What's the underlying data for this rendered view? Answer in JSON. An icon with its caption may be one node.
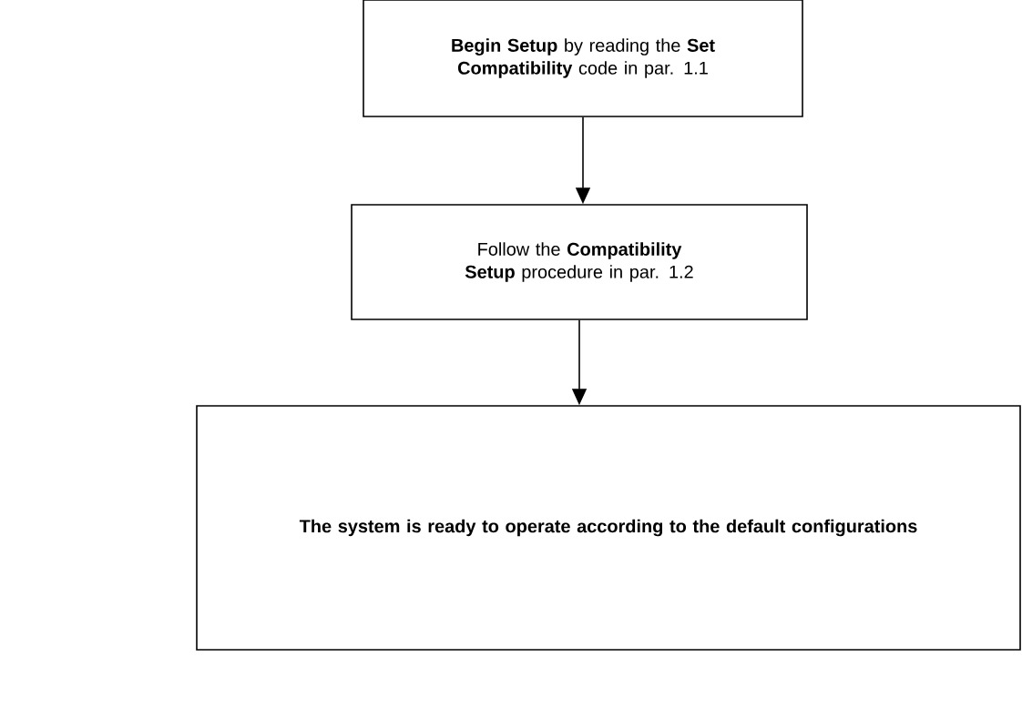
{
  "diagram": {
    "nodes": [
      {
        "text": [
          "**Begin Setup** by reading the **Set Compatibility** code in par. 1.1"
        ]
      },
      {
        "text": [
          "Follow the **Compatibility Setup** procedure in par. 1.2"
        ]
      },
      {
        "text": [
          "The system is ready to operate according to the default configurations"
        ]
      }
    ],
    "edges": [
      {
        "from": 0,
        "to": 1,
        "arrow": "to"
      },
      {
        "from": 1,
        "to": 2,
        "arrow": "to"
      }
    ]
  }
}
